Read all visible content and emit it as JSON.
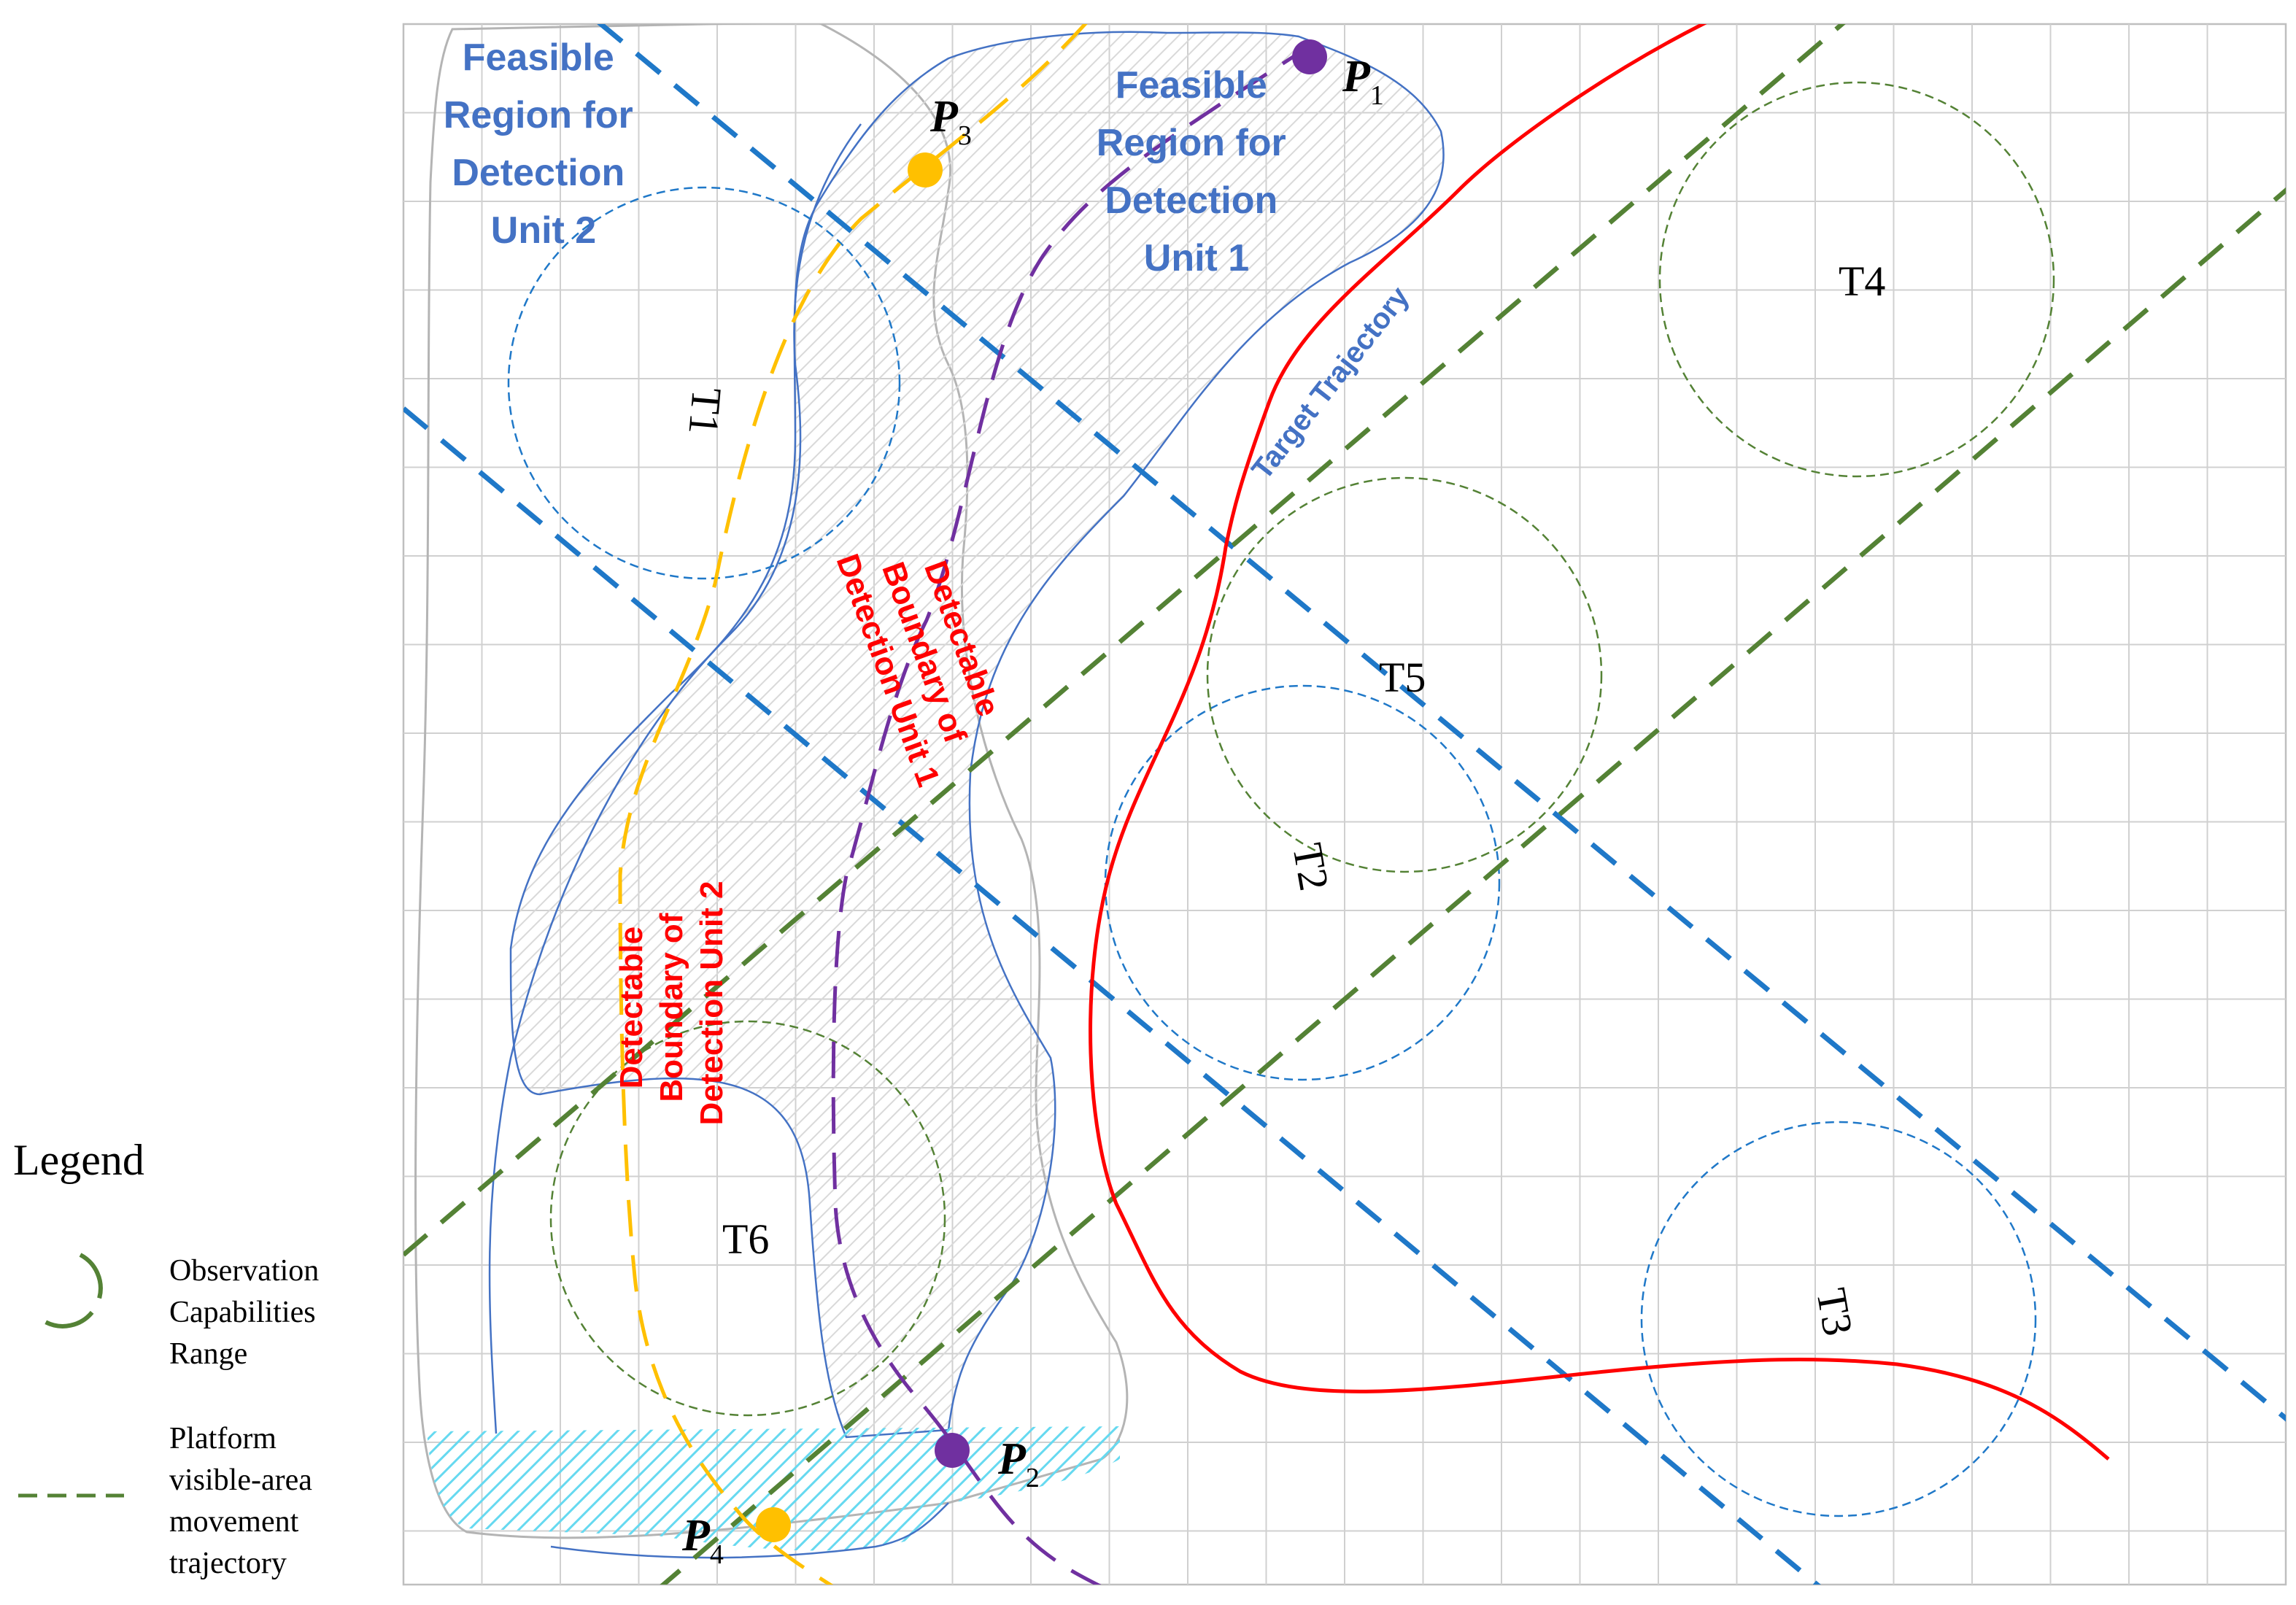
{
  "colors": {
    "grid": "#cccccc",
    "blue_dashed": "#1f78c8",
    "green_dashed": "#548235",
    "red_curve": "#ff0000",
    "yellow": "#ffc000",
    "purple": "#7030a0",
    "region_outline": "#4472c4",
    "region_outline_gray": "#b4b4b4",
    "region_text": "#4472c4",
    "hatch_cyan": "#66d9f0"
  },
  "regions": {
    "unit2_label_lines": [
      "Feasible",
      "Region for",
      "Detection",
      "Unit 2"
    ],
    "unit1_label_lines": [
      "Feasible",
      "Region for",
      "Detection",
      "Unit 1"
    ]
  },
  "boundaries": {
    "unit1_lines": [
      "Detectable",
      "Boundary of",
      "Detection Unit 1"
    ],
    "unit2_lines": [
      "Detectable",
      "Boundary of",
      "Detection Unit 2"
    ]
  },
  "target_trajectory_label": "Target Trajectory",
  "targets": [
    {
      "id": "t1",
      "label": "T1"
    },
    {
      "id": "t2",
      "label": "T2"
    },
    {
      "id": "t3",
      "label": "T3"
    },
    {
      "id": "t4",
      "label": "T4"
    },
    {
      "id": "t5",
      "label": "T5"
    },
    {
      "id": "t6",
      "label": "T6"
    }
  ],
  "points": {
    "p1": {
      "letter": "P",
      "sub": "1"
    },
    "p2": {
      "letter": "P",
      "sub": "2"
    },
    "p3": {
      "letter": "P",
      "sub": "3"
    },
    "p4": {
      "letter": "P",
      "sub": "4"
    }
  },
  "legend": {
    "title": "Legend",
    "item1_lines": [
      "Observation",
      "Capabilities",
      "Range"
    ],
    "item2_lines": [
      "Platform",
      "visible-area",
      "movement",
      "trajectory"
    ]
  }
}
